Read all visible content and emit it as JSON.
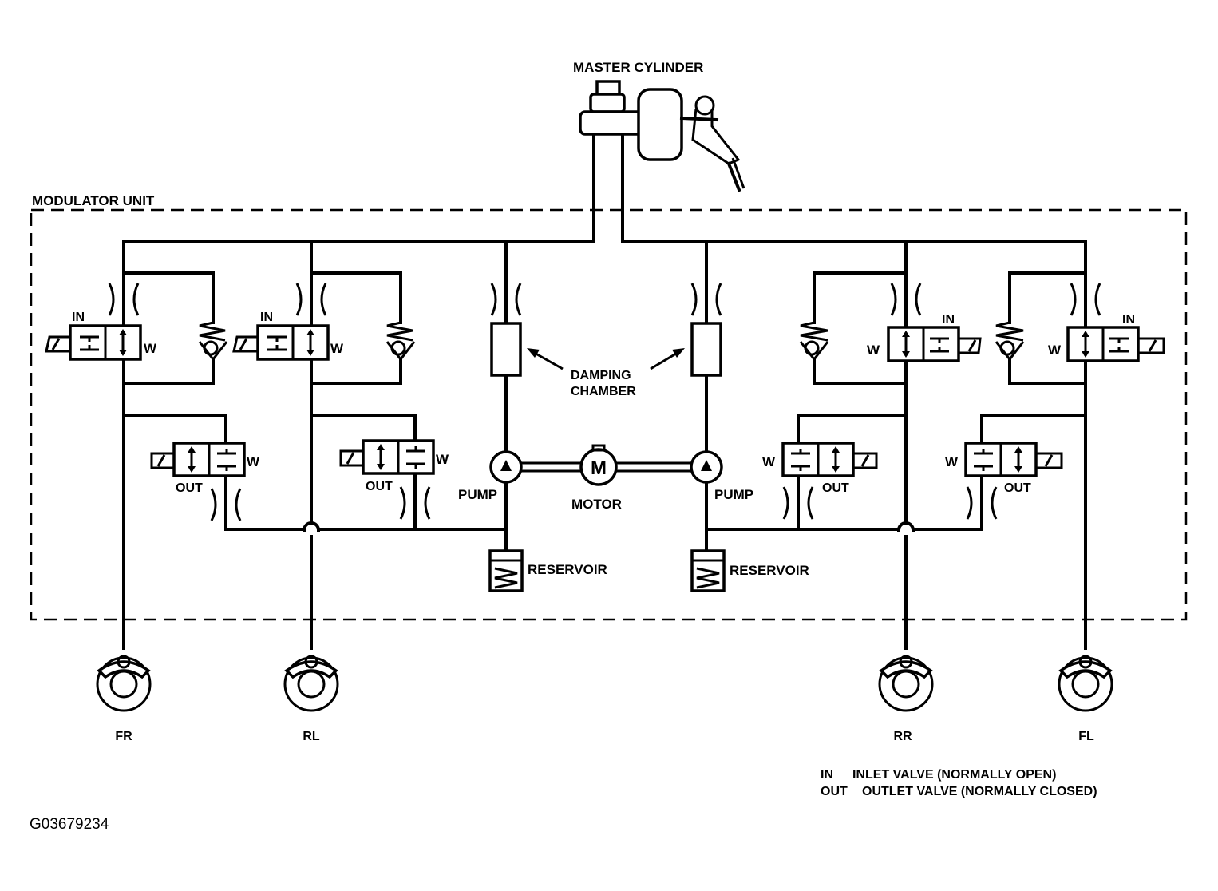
{
  "labels": {
    "master_cylinder": "MASTER CYLINDER",
    "modulator_unit": "MODULATOR UNIT",
    "damping_chamber_line1": "DAMPING",
    "damping_chamber_line2": "CHAMBER",
    "pump": "PUMP",
    "motor": "MOTOR",
    "motor_symbol": "M",
    "reservoir": "RESERVOIR",
    "inlet_valve": "IN",
    "outlet_valve": "OUT",
    "spring": "W"
  },
  "wheels": [
    "FR",
    "RL",
    "RR",
    "FL"
  ],
  "legend": [
    {
      "code": "IN",
      "text": "INLET VALVE (NORMALLY OPEN)"
    },
    {
      "code": "OUT",
      "text": "OUTLET VALVE (NORMALLY CLOSED)"
    }
  ],
  "figure_id": "G03679234"
}
